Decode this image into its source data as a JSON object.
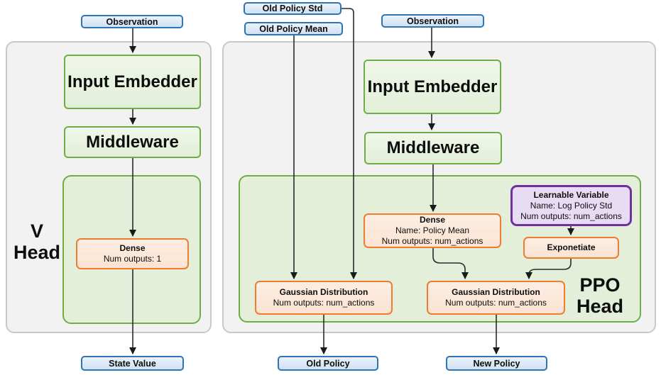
{
  "v_head": {
    "label_line1": "V",
    "label_line2": "Head",
    "observation": "Observation",
    "input_embedder": "Input Embedder",
    "middleware": "Middleware",
    "dense": {
      "title": "Dense",
      "num_outputs": "Num outputs: 1"
    },
    "output": "State Value"
  },
  "ppo_head": {
    "label_line1": "PPO",
    "label_line2": "Head",
    "old_policy_std": "Old Policy Std",
    "old_policy_mean": "Old Policy Mean",
    "observation": "Observation",
    "input_embedder": "Input Embedder",
    "middleware": "Middleware",
    "dense": {
      "title": "Dense",
      "name": "Name: Policy Mean",
      "num_outputs": "Num outputs: num_actions"
    },
    "learnable_variable": {
      "title": "Learnable Variable",
      "name": "Name: Log Policy Std",
      "num_outputs": "Num outputs: num_actions"
    },
    "exponetiate": "Exponetiate",
    "gaussian_old": {
      "title": "Gaussian Distribution",
      "num_outputs": "Num outputs: num_actions"
    },
    "gaussian_new": {
      "title": "Gaussian Distribution",
      "num_outputs": "Num outputs: num_actions"
    },
    "output_old": "Old Policy",
    "output_new": "New Policy"
  },
  "colors": {
    "panel_fill": "#f2f2f2",
    "panel_border": "#c9c9c9",
    "green_fill": "#e3efd9",
    "green_border": "#70ad47",
    "blue_fill": "#d8e7f6",
    "blue_border": "#2e75b6",
    "orange_fill": "#fbe5d6",
    "orange_border": "#ed7d31",
    "purple_fill": "#e8dcf4",
    "purple_border": "#7030a0",
    "arrow": "#2b2b2b"
  }
}
